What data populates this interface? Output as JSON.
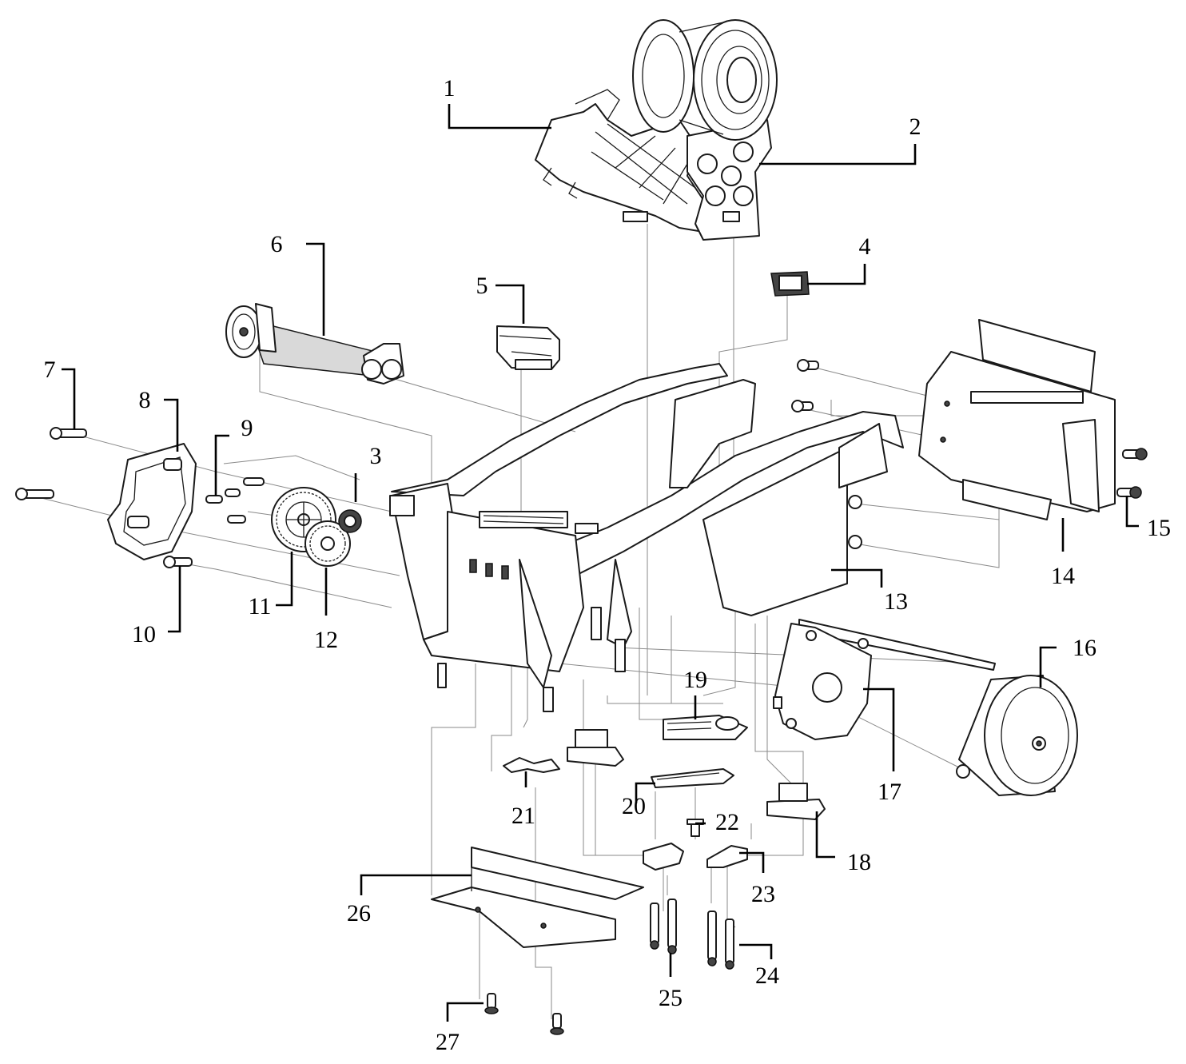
{
  "parts": [
    {
      "id": "part-1",
      "number": "1"
    },
    {
      "id": "part-2",
      "number": "2"
    },
    {
      "id": "part-3",
      "number": "3"
    },
    {
      "id": "part-4",
      "number": "4"
    },
    {
      "id": "part-5",
      "number": "5"
    },
    {
      "id": "part-6",
      "number": "6"
    },
    {
      "id": "part-7",
      "number": "7"
    },
    {
      "id": "part-8",
      "number": "8"
    },
    {
      "id": "part-9",
      "number": "9"
    },
    {
      "id": "part-10",
      "number": "10"
    },
    {
      "id": "part-11",
      "number": "11"
    },
    {
      "id": "part-12",
      "number": "12"
    },
    {
      "id": "part-13",
      "number": "13"
    },
    {
      "id": "part-14",
      "number": "14"
    },
    {
      "id": "part-15",
      "number": "15"
    },
    {
      "id": "part-16",
      "number": "16"
    },
    {
      "id": "part-17",
      "number": "17"
    },
    {
      "id": "part-18",
      "number": "18"
    },
    {
      "id": "part-19",
      "number": "19"
    },
    {
      "id": "part-20",
      "number": "20"
    },
    {
      "id": "part-21",
      "number": "21"
    },
    {
      "id": "part-22",
      "number": "22"
    },
    {
      "id": "part-23",
      "number": "23"
    },
    {
      "id": "part-24",
      "number": "24"
    },
    {
      "id": "part-25",
      "number": "25"
    },
    {
      "id": "part-26",
      "number": "26"
    },
    {
      "id": "part-27",
      "number": "27"
    }
  ]
}
